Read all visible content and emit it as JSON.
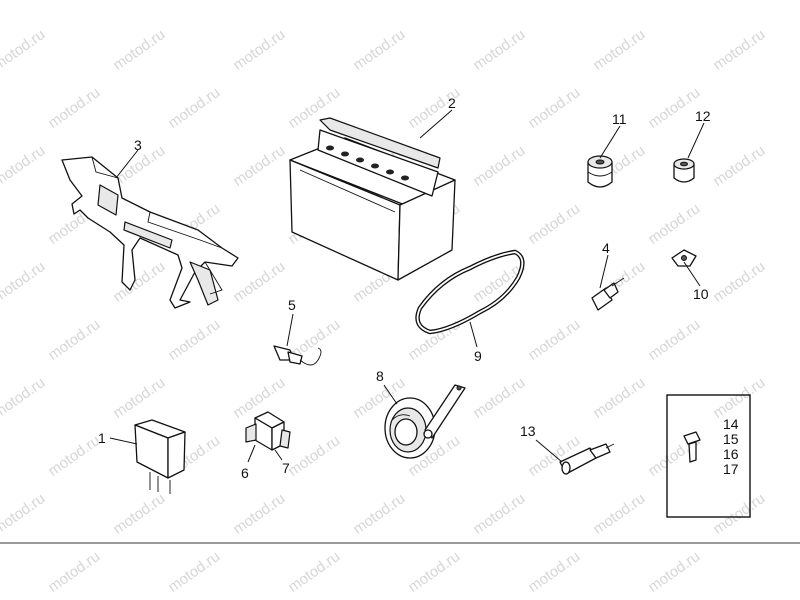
{
  "watermark": "motod.ru",
  "callouts": {
    "n1": "1",
    "n2": "2",
    "n3": "3",
    "n4": "4",
    "n5": "5",
    "n6": "6",
    "n7": "7",
    "n8": "8",
    "n9": "9",
    "n10": "10",
    "n11": "11",
    "n12": "12",
    "n13": "13"
  },
  "kit_box": {
    "items": [
      "14",
      "15",
      "16",
      "17"
    ]
  }
}
